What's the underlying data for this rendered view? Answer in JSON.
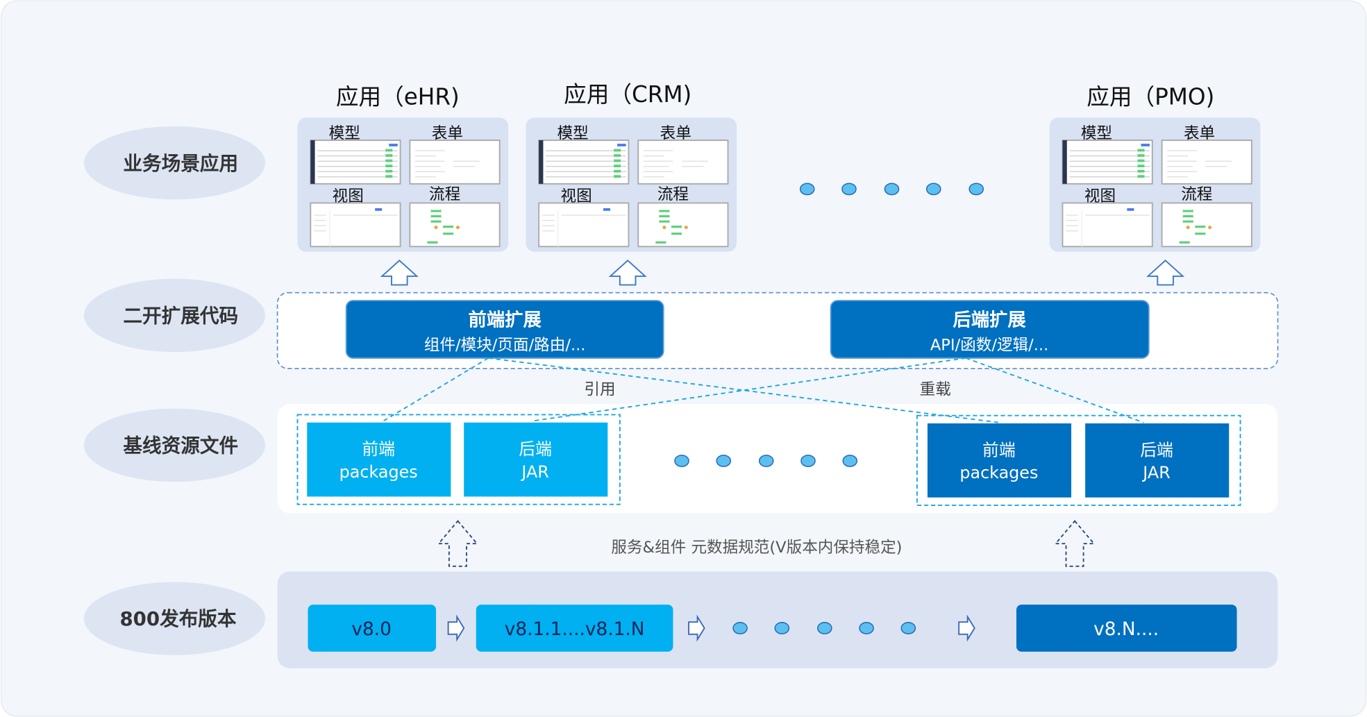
{
  "colors": {
    "light_blue": "#00b0f0",
    "dark_blue": "#0070c0",
    "panel": "#dbe3f3",
    "dash": "#1aa7e0",
    "dot_fill": "#5bc0f0"
  },
  "layers": [
    "业务场景应用",
    "二开扩展代码",
    "基线资源文件",
    "800发布版本"
  ],
  "apps": [
    {
      "title": "应用（eHR)",
      "items": [
        "模型",
        "表单",
        "视图",
        "流程"
      ]
    },
    {
      "title": "应用（CRM)",
      "items": [
        "模型",
        "表单",
        "视图",
        "流程"
      ]
    },
    {
      "title": "应用（PMO)",
      "items": [
        "模型",
        "表单",
        "视图",
        "流程"
      ]
    }
  ],
  "extensions": [
    {
      "title": "前端扩展",
      "desc": "组件/模块/页面/路由/..."
    },
    {
      "title": "后端扩展",
      "desc": "API/函数/逻辑/..."
    }
  ],
  "relations": {
    "reference": "引用",
    "override": "重载"
  },
  "baseline": [
    {
      "line1": "前端",
      "line2": "packages"
    },
    {
      "line1": "后端",
      "line2": "JAR"
    },
    {
      "line1": "前端",
      "line2": "packages"
    },
    {
      "line1": "后端",
      "line2": "JAR"
    }
  ],
  "spec_text": "服务&组件 元数据规范(V版本内保持稳定)",
  "versions": [
    "v8.0",
    "v8.1.1....v8.1.N",
    "v8.N...."
  ]
}
